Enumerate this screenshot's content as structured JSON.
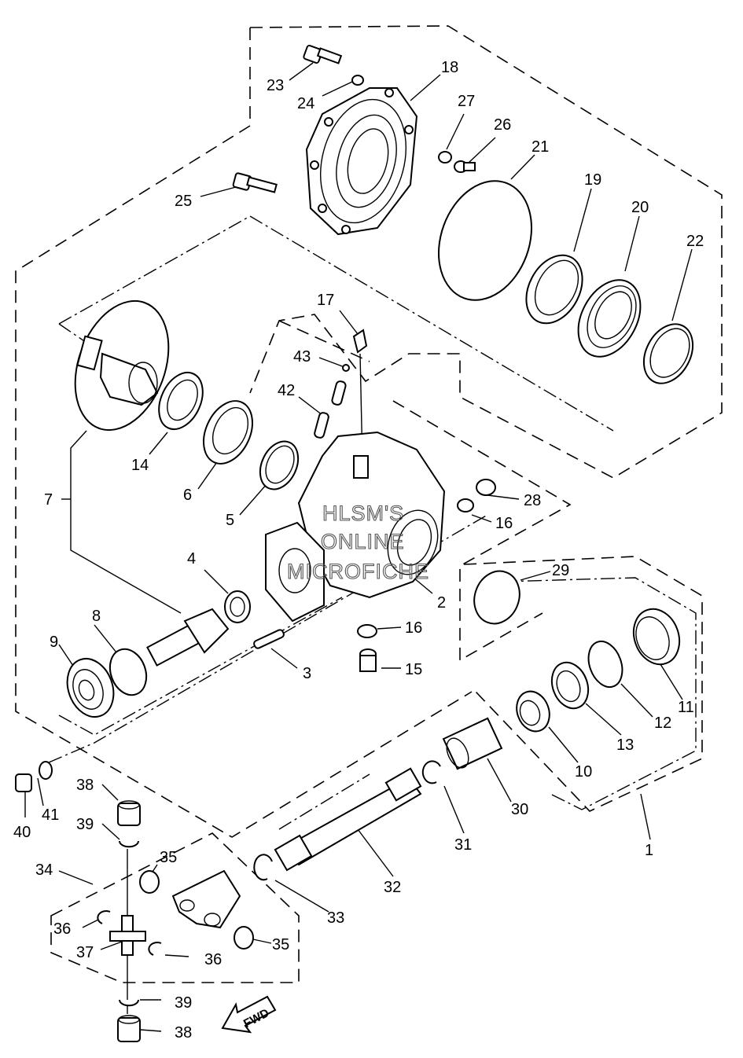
{
  "diagram": {
    "watermark": [
      "HLSM'S",
      "ONLINE",
      "MICROFICHE"
    ],
    "direction_label": "FWD",
    "callouts": [
      "1",
      "2",
      "3",
      "4",
      "5",
      "6",
      "7",
      "8",
      "9",
      "10",
      "11",
      "12",
      "13",
      "14",
      "15",
      "16",
      "16",
      "17",
      "18",
      "19",
      "20",
      "21",
      "22",
      "23",
      "24",
      "25",
      "26",
      "27",
      "28",
      "29",
      "30",
      "31",
      "32",
      "33",
      "34",
      "35",
      "35",
      "36",
      "36",
      "37",
      "38",
      "38",
      "39",
      "39",
      "40",
      "41",
      "42",
      "43"
    ]
  }
}
